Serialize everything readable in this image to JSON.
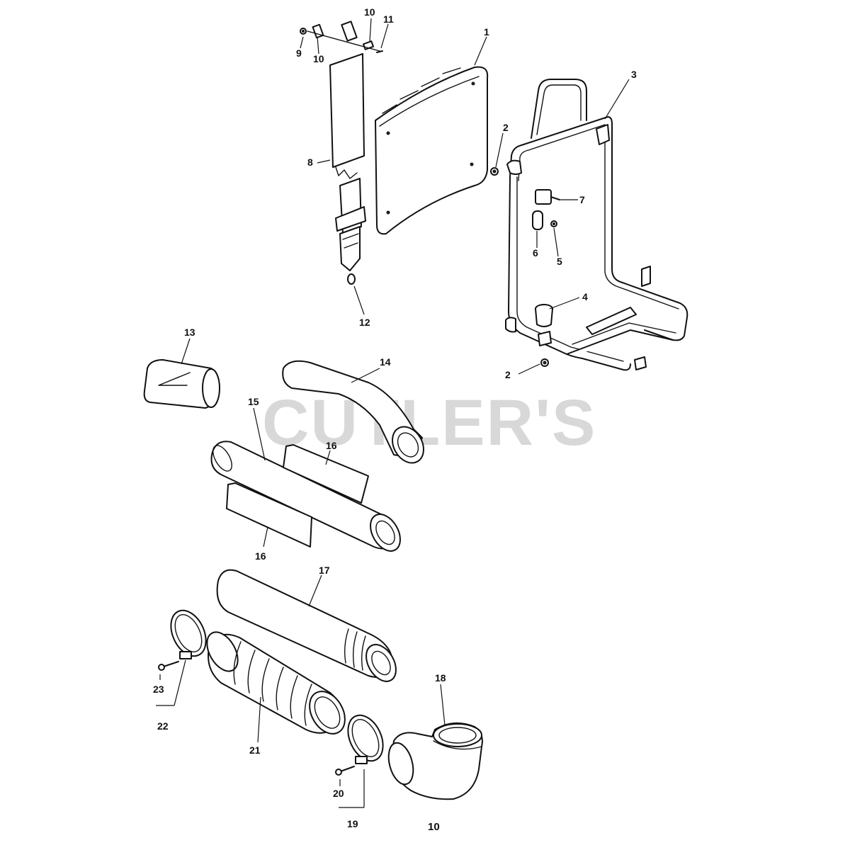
{
  "watermark": "CUTLER'S",
  "figure_number": "10",
  "callouts": {
    "c1": "1",
    "c2a": "2",
    "c2b": "2",
    "c3": "3",
    "c4": "4",
    "c5": "5",
    "c6": "6",
    "c7": "7",
    "c8": "8",
    "c9": "9",
    "c10a": "10",
    "c10b": "10",
    "c11": "11",
    "c12": "12",
    "c13": "13",
    "c14": "14",
    "c15": "15",
    "c16a": "16",
    "c16b": "16",
    "c17": "17",
    "c18": "18",
    "c19": "19",
    "c20": "20",
    "c21": "21",
    "c22": "22",
    "c23": "23"
  }
}
